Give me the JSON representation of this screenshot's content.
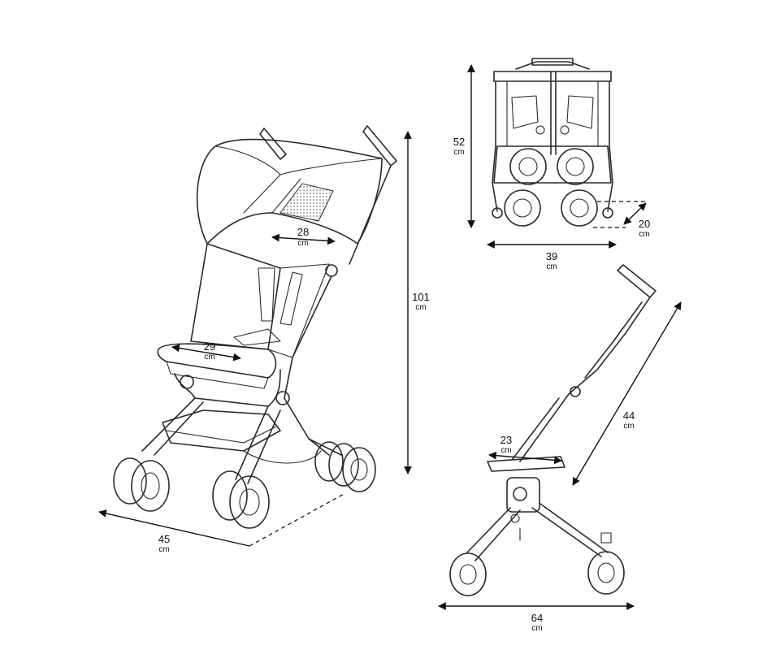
{
  "dimensions": {
    "front_view": {
      "canopy_width": {
        "value": "28",
        "unit": "cm"
      },
      "seat_width": {
        "value": "29",
        "unit": "cm"
      },
      "height": {
        "value": "101",
        "unit": "cm"
      },
      "depth": {
        "value": "45",
        "unit": "cm"
      }
    },
    "folded_view": {
      "height": {
        "value": "52",
        "unit": "cm"
      },
      "width": {
        "value": "39",
        "unit": "cm"
      },
      "depth": {
        "value": "20",
        "unit": "cm"
      }
    },
    "side_view": {
      "seat_depth": {
        "value": "23",
        "unit": "cm"
      },
      "backrest_height": {
        "value": "44",
        "unit": "cm"
      },
      "length": {
        "value": "64",
        "unit": "cm"
      }
    }
  },
  "colors": {
    "line": "#2a2a2a",
    "background": "#ffffff",
    "mesh": "#d9d9d9"
  }
}
